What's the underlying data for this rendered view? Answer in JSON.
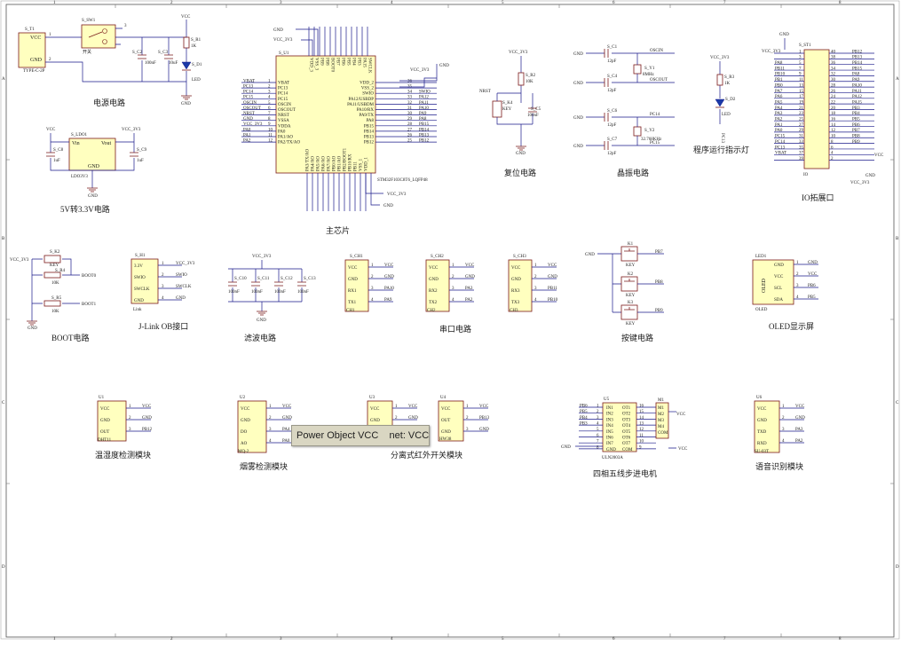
{
  "border": {
    "top": [
      "1",
      "2",
      "3",
      "4",
      "5",
      "6",
      "7",
      "8"
    ],
    "side": [
      "A",
      "B",
      "C",
      "D"
    ]
  },
  "sections": {
    "power": "电源电路",
    "ldo": "5V转3.3V电路",
    "mcu": "主芯片",
    "reset": "复位电路",
    "crystal": "晶振电路",
    "led": "程序运行指示灯",
    "io": "IO拓展口",
    "boot": "BOOT电路",
    "jlink": "J-Link OB接口",
    "filter": "滤波电路",
    "serial": "串口电路",
    "keys": "按键电路",
    "oled": "OLED显示屏",
    "dht": "温湿度检测模块",
    "mq": "烟雾检测模块",
    "ir": "分离式红外开关模块",
    "stepper": "四相五线步进电机",
    "voice": "语音识别模块"
  },
  "power_block": {
    "t1_ref": "S_T1",
    "t1_part": "TYPE-C-2P",
    "t1_vcc": "VCC",
    "t1_gnd": "GND",
    "sw_ref": "S_SW1",
    "sw_part": "开关",
    "c2": "S_C2",
    "c2_val": "100nF",
    "c3": "S_C3",
    "c3_val": "10uF",
    "r1": "S_R1",
    "r1_val": "1K",
    "d1": "S_D1",
    "d1_val": "LED",
    "vcc": "VCC",
    "gnd": "GND",
    "pin1": "1",
    "pin2": "2",
    "pin3": "3"
  },
  "ldo_block": {
    "ref": "S_LDO1",
    "vin": "Vin",
    "vout": "Vout",
    "gnd": "GND",
    "part": "LDO3V3",
    "c8": "S_C8",
    "c8_val": "1uF",
    "c9": "S_C9",
    "c9_val": "1uF",
    "vcc": "VCC",
    "vcc33": "VCC_3V3",
    "gnd_net": "GND"
  },
  "mcu_block": {
    "ref": "S_U1",
    "part": "STM32F103C8T6_LQFP48",
    "left_nets": [
      "VBAT",
      "PC13",
      "PC14",
      "PC15",
      "OSCIN",
      "OSCOUT",
      "NRST",
      "GND",
      "VCC_3V3",
      "PA0",
      "PA1",
      "PA2"
    ],
    "left_pins": [
      "VBAT",
      "PC13",
      "PC14",
      "PC15",
      "OSCIN",
      "OSCOUT",
      "NRST",
      "VSSA",
      "VDDA",
      "PA0",
      "PA1/AO",
      "PA2/TX/AO"
    ],
    "right_pins": [
      "VDD_2",
      "VSS_2",
      "SWIO",
      "PA12/USBDP",
      "PA11/USBDM",
      "PA10/RX",
      "PA9/TX",
      "PA8",
      "PB15",
      "PB14",
      "PB13",
      "PB12"
    ],
    "right_nums": [
      "36",
      "35",
      "34",
      "33",
      "32",
      "31",
      "30",
      "29",
      "28",
      "27",
      "26",
      "25"
    ],
    "right_nets": [
      "",
      "",
      "SWIO",
      "PA12",
      "PA11",
      "PA10",
      "PA9",
      "PA8",
      "PB15",
      "PB14",
      "PB13",
      "PB12"
    ],
    "top_pins": [
      "VDD_3",
      "VSS_3",
      "PB9",
      "PB8",
      "BOOT0",
      "PB7",
      "PB6",
      "PB5",
      "PB4",
      "PB3",
      "PA15",
      "SWCLK"
    ],
    "bottom_pins": [
      "PA3/TX/AO",
      "PA4/AO",
      "PA5/AO",
      "PA6/AO",
      "PA7/AO",
      "PB0/AO",
      "PB1/AO",
      "PB2/BOOT1",
      "PB10/RX",
      "PB11",
      "VSS_1",
      "VDD_1"
    ],
    "gnd": "GND",
    "vcc33": "VCC_3V3"
  },
  "reset_block": {
    "vcc33": "VCC_3V3",
    "r2": "S_R2",
    "r2_val": "10K",
    "nrst": "NRST",
    "k4": "S_K4",
    "k4_part": "KEY",
    "c5": "S_C5",
    "c5_val": "100nF",
    "gnd": "GND"
  },
  "crystal_block": {
    "c1": "S_C1",
    "c4": "S_C4",
    "c6": "S_C6",
    "c7": "S_C7",
    "cval": "12pF",
    "y1": "S_Y1",
    "y1_val": "8MHz",
    "y2": "S_Y2",
    "y2_val": "32.768KHz",
    "oscin": "OSCIN",
    "oscout": "OSCOUT",
    "pc14": "PC14",
    "pc15": "PC15",
    "gnd": "GND"
  },
  "led_block": {
    "vcc33": "VCC_3V3",
    "r3": "S_R3",
    "r3_val": "1K",
    "d2": "S_D2",
    "d2_val": "LED",
    "net": "PC13"
  },
  "io_block": {
    "ref": "S_ST1",
    "part": "IO",
    "gnd": "GND",
    "vcc33": "VCC_3V3",
    "vcc": "VCC",
    "left_nets": [
      "",
      "",
      "PA8",
      "PB11",
      "PB10",
      "PB1",
      "PB0",
      "PA7",
      "PA6",
      "PA5",
      "PA4",
      "PA3",
      "PA2",
      "PA1",
      "PA0",
      "PC15",
      "PC14",
      "PC13",
      "VBAT",
      ""
    ],
    "left_nums": [
      "1",
      "3",
      "5",
      "7",
      "9",
      "11",
      "13",
      "15",
      "17",
      "19",
      "21",
      "23",
      "25",
      "27",
      "29",
      "31",
      "33",
      "35",
      "37",
      "39"
    ],
    "right_nums": [
      "40",
      "38",
      "36",
      "34",
      "32",
      "30",
      "28",
      "26",
      "24",
      "22",
      "20",
      "18",
      "16",
      "14",
      "12",
      "10",
      "8",
      "6",
      "4",
      "2"
    ],
    "right_nets": [
      "PB12",
      "PB13",
      "PB14",
      "PB15",
      "PA8",
      "PA9",
      "PA10",
      "PA11",
      "PA12",
      "PA15",
      "PB3",
      "PB4",
      "PB5",
      "PB6",
      "PB7",
      "PB8",
      "PB9",
      "",
      "",
      ""
    ]
  },
  "boot_block": {
    "vcc33": "VCC_3V3",
    "k2": "S_K2",
    "k2_part": "KEY",
    "r4": "S_R4",
    "r4_val": "10K",
    "r5": "S_R5",
    "r5_val": "10K",
    "boot0": "BOOT0",
    "boot1": "BOOT1",
    "gnd": "GND"
  },
  "jlink_block": {
    "ref": "S_H1",
    "part": "Link",
    "pins": [
      "3.3V",
      "SWIO",
      "SWCLK",
      "GND"
    ],
    "nets": [
      "VCC_3V3",
      "SWIO",
      "SWCLK",
      "GND"
    ],
    "nums": [
      "1",
      "2",
      "3",
      "4"
    ]
  },
  "filter_block": {
    "vcc33": "VCC_3V3",
    "caps": [
      "S_C10",
      "S_C11",
      "S_C12",
      "S_C13"
    ],
    "cval": "100nF",
    "gnd": "GND"
  },
  "serial_block": {
    "modules": [
      {
        "ref": "S_CH1",
        "part": "CH1",
        "pins": [
          "VCC",
          "GND",
          "RX1",
          "TX1"
        ],
        "nets": [
          "VCC",
          "GND",
          "PA10",
          "PA9"
        ]
      },
      {
        "ref": "S_CH2",
        "part": "CH2",
        "pins": [
          "VCC",
          "GND",
          "RX2",
          "TX2"
        ],
        "nets": [
          "VCC",
          "GND",
          "PA3",
          "PA2"
        ]
      },
      {
        "ref": "S_CH3",
        "part": "CH3",
        "pins": [
          "VCC",
          "GND",
          "RX3",
          "TX3"
        ],
        "nets": [
          "VCC",
          "GND",
          "PB11",
          "PB10"
        ]
      }
    ]
  },
  "keys_block": {
    "keys": [
      "K1",
      "K2",
      "K3"
    ],
    "part": "KEY",
    "nets": [
      "PB7",
      "PB8",
      "PB9"
    ],
    "gnd": "GND"
  },
  "oled_block": {
    "ref": "LED1",
    "part": "OLED",
    "body": "OLED",
    "pins": [
      "GND",
      "VCC",
      "SCL",
      "SDA"
    ],
    "nets": [
      "GND",
      "VCC",
      "PB6",
      "PB5"
    ]
  },
  "dht_block": {
    "ref": "U1",
    "part": "DHT11",
    "pins": [
      "VCC",
      "GND",
      "OUT"
    ],
    "nets": [
      "VCC",
      "GND",
      "PB12"
    ]
  },
  "mq_block": {
    "ref": "U2",
    "part": "MQ-2",
    "pins": [
      "VCC",
      "GND",
      "DO",
      "AO"
    ],
    "nets": [
      "VCC",
      "GND",
      "PA4",
      "PA0"
    ]
  },
  "ir_block": [
    {
      "ref": "U3",
      "pins": [
        "VCC",
        "GND"
      ],
      "nets": [
        "VCC",
        "GND"
      ],
      "part": ""
    },
    {
      "ref": "U4",
      "pins": [
        "VCC",
        "OUT",
        "GND"
      ],
      "nets": [
        "VCC",
        "PB13",
        "GND"
      ],
      "part": "HW38"
    }
  ],
  "stepper_block": {
    "ref": "U5",
    "part": "ULN2003A",
    "in_pins": [
      "IN1",
      "IN2",
      "IN3",
      "IN4",
      "IN5",
      "IN6",
      "IN7",
      "GND"
    ],
    "out_pins": [
      "OT1",
      "OT2",
      "OT3",
      "OT4",
      "OT5",
      "OT6",
      "OT7",
      "COM"
    ],
    "in_nets": [
      "PB6",
      "PB5",
      "PB4",
      "PB3",
      "",
      "",
      "",
      ""
    ],
    "in_nums": [
      "1",
      "2",
      "3",
      "4",
      "5",
      "6",
      "7",
      "8"
    ],
    "out_nums": [
      "16",
      "15",
      "14",
      "13",
      "12",
      "11",
      "10",
      "9"
    ],
    "motor_ref": "M1",
    "motor_pins": [
      "M1",
      "M2",
      "M3",
      "M4",
      "COM"
    ],
    "vcc": "VCC",
    "gnd": "GND"
  },
  "voice_block": {
    "ref": "U6",
    "part": "SU-03T",
    "pins": [
      "VCC",
      "GND",
      "TXD",
      "RXD"
    ],
    "nets": [
      "VCC",
      "GND",
      "PA3",
      "PA2"
    ]
  },
  "tooltip": "Power Object VCC    net: VCC"
}
